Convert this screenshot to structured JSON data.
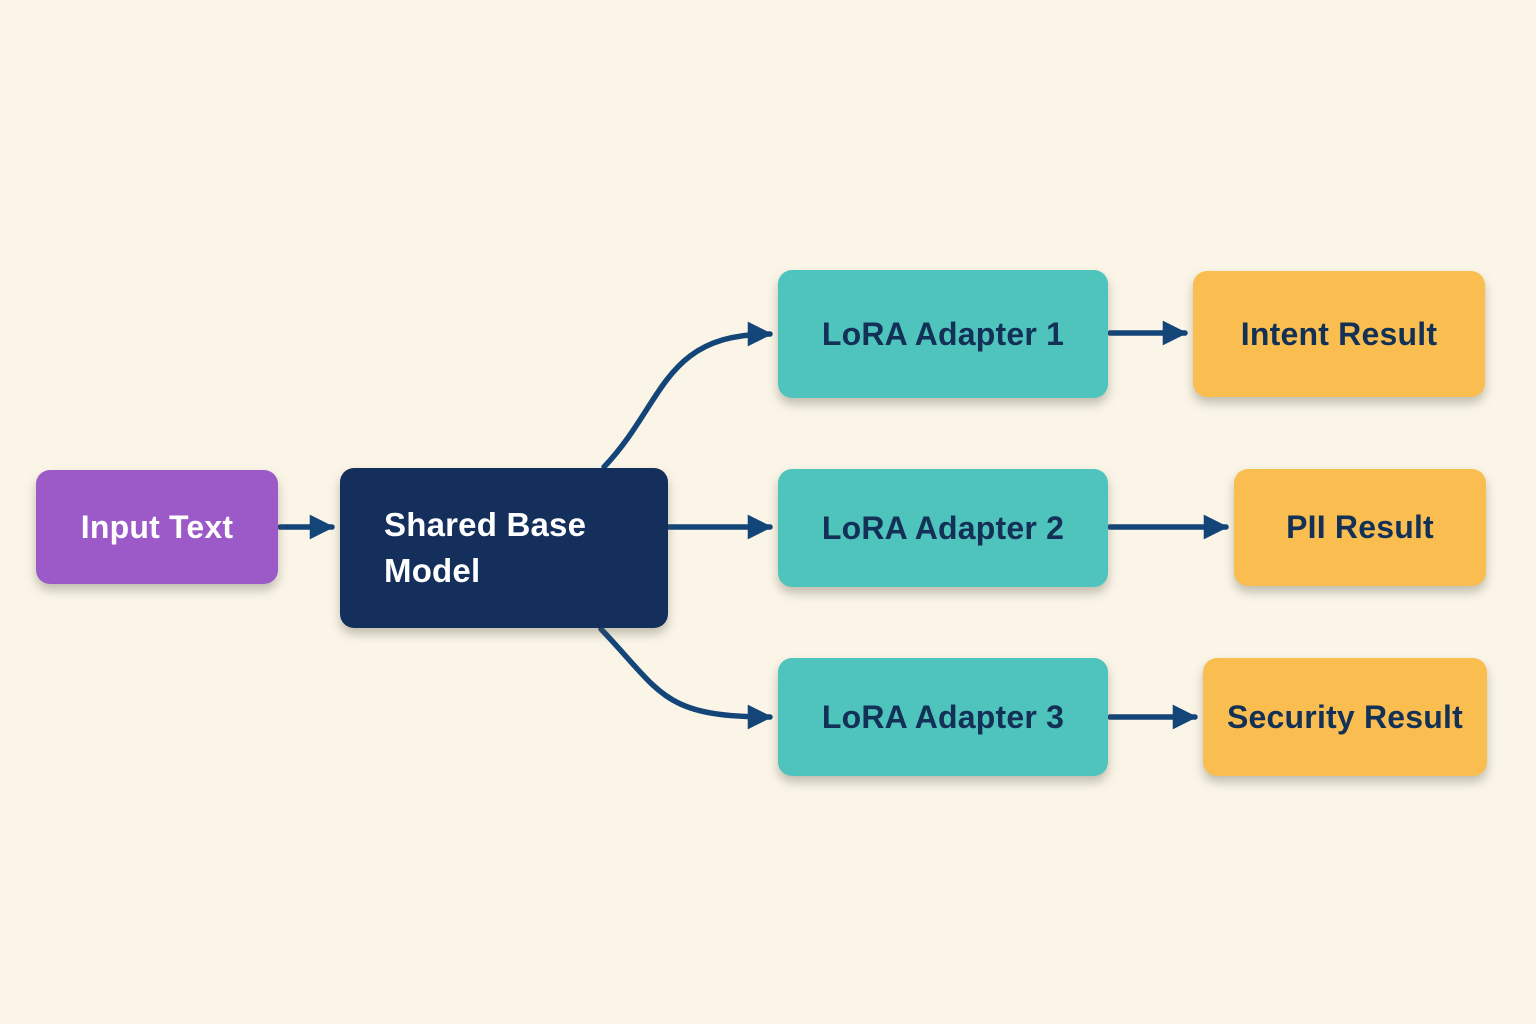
{
  "diagram": {
    "background_color": "#faf5e7",
    "arrow_color": "#134578",
    "nodes": {
      "input": {
        "label": "Input Text",
        "fill": "#9c5ac9",
        "text_color": "#ffffff"
      },
      "base": {
        "label": "Shared Base Model",
        "fill": "#142f5b",
        "text_color": "#ffffff"
      },
      "adapter1": {
        "label": "LoRA Adapter 1",
        "fill": "#4ec4bd",
        "text_color": "#133056"
      },
      "adapter2": {
        "label": "LoRA Adapter 2",
        "fill": "#4ec4bd",
        "text_color": "#133056"
      },
      "adapter3": {
        "label": "LoRA Adapter 3",
        "fill": "#4ec4bd",
        "text_color": "#133056"
      },
      "intent": {
        "label": "Intent Result",
        "fill": "#f9be4f",
        "text_color": "#133056"
      },
      "pii": {
        "label": "PII Result",
        "fill": "#f9be4f",
        "text_color": "#133056"
      },
      "security": {
        "label": "Security Result",
        "fill": "#f9be4f",
        "text_color": "#133056"
      }
    },
    "edges": [
      {
        "from": "Input Text",
        "to": "Shared Base Model"
      },
      {
        "from": "Shared Base Model",
        "to": "LoRA Adapter 1"
      },
      {
        "from": "Shared Base Model",
        "to": "LoRA Adapter 2"
      },
      {
        "from": "Shared Base Model",
        "to": "LoRA Adapter 3"
      },
      {
        "from": "LoRA Adapter 1",
        "to": "Intent Result"
      },
      {
        "from": "LoRA Adapter 2",
        "to": "PII Result"
      },
      {
        "from": "LoRA Adapter 3",
        "to": "Security Result"
      }
    ]
  }
}
